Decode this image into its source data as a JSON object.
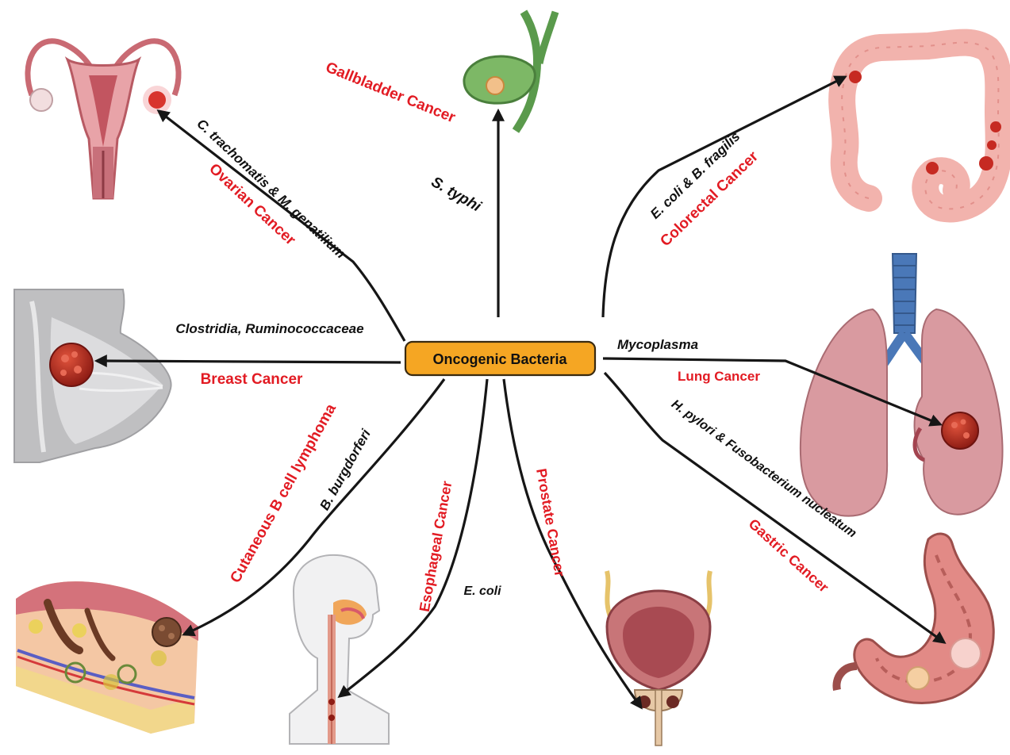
{
  "center": {
    "label": "Oncogenic Bacteria",
    "color": "#f5a623"
  },
  "colors": {
    "bacteria_text": "#111111",
    "cancer_text": "#e21b23",
    "arrow": "#161616"
  },
  "links": [
    {
      "id": "gallbladder",
      "bacteria": "S. typhi",
      "cancer": "Gallbladder Cancer",
      "organ_icon": "gallbladder-icon"
    },
    {
      "id": "colorectal",
      "bacteria": "E. coli  & B. fragilis",
      "cancer": "Colorectal Cancer",
      "organ_icon": "colon-icon"
    },
    {
      "id": "ovarian",
      "bacteria": "C. trachomatis & M. genatilium",
      "cancer": "Ovarian Cancer",
      "organ_icon": "uterus-ovaries-icon"
    },
    {
      "id": "breast",
      "bacteria": "Clostridia, Ruminococcaceae",
      "cancer": "Breast  Cancer",
      "organ_icon": "breast-icon"
    },
    {
      "id": "lung",
      "bacteria": "Mycoplasma",
      "cancer": "Lung Cancer",
      "organ_icon": "lungs-icon"
    },
    {
      "id": "gastric",
      "bacteria": "H. pylori & Fusobacterium nucleatum",
      "cancer": "Gastric Cancer",
      "organ_icon": "stomach-icon"
    },
    {
      "id": "lymphoma",
      "bacteria": "B. burgdorferi",
      "cancer": "Cutaneous B cell lymphoma",
      "organ_icon": "skin-icon"
    },
    {
      "id": "esophageal",
      "bacteria": "E. coli",
      "cancer": "Esophageal Cancer",
      "organ_icon": "head-esophagus-icon"
    },
    {
      "id": "prostate",
      "bacteria": "",
      "cancer": "Prostate Cancer",
      "organ_icon": "bladder-prostate-icon"
    }
  ]
}
